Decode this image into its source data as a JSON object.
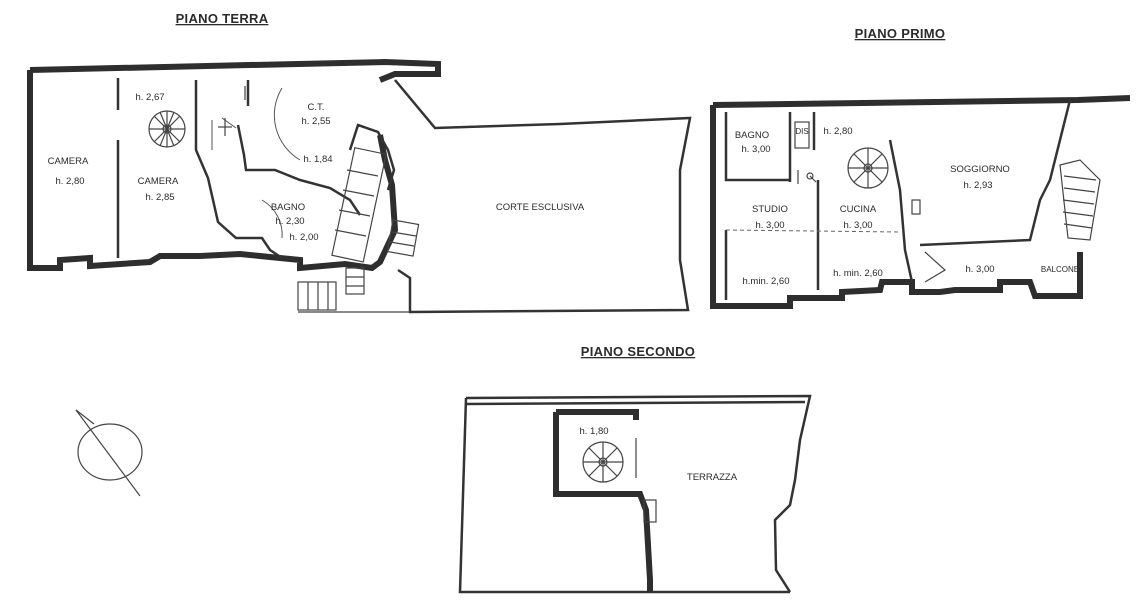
{
  "piano_terra": {
    "title": "PIANO TERRA",
    "camera1_name": "CAMERA",
    "camera1_h": "h. 2,80",
    "h_top": "h. 2,67",
    "camera2_name": "CAMERA",
    "camera2_h": "h. 2,85",
    "ct_name": "C.T.",
    "ct_h": "h. 2,55",
    "h_mid": "h. 1,84",
    "bagno_name": "BAGNO",
    "bagno_h": "h. 2,30",
    "h_low": "h. 2,00",
    "corte": "CORTE ESCLUSIVA"
  },
  "piano_primo": {
    "title": "PIANO PRIMO",
    "bagno_name": "BAGNO",
    "bagno_h": "h. 3,00",
    "ripostiglio": "DIS",
    "h_dis": "h. 2,80",
    "soggiorno_name": "SOGGIORNO",
    "soggiorno_h": "h. 2,93",
    "studio_name": "STUDIO",
    "studio_h": "h. 3,00",
    "cucina_name": "CUCINA",
    "cucina_h": "h. 3,00",
    "studio_hmin": "h.min. 2,60",
    "cucina_hmin": "h. min. 2,60",
    "h_balcony": "h. 3,00",
    "balcone": "BALCONE"
  },
  "piano_secondo": {
    "title": "PIANO SECONDO",
    "h_room": "h. 1,80",
    "terrazza": "TERRAZZA"
  },
  "compass": "north-arrow-icon"
}
